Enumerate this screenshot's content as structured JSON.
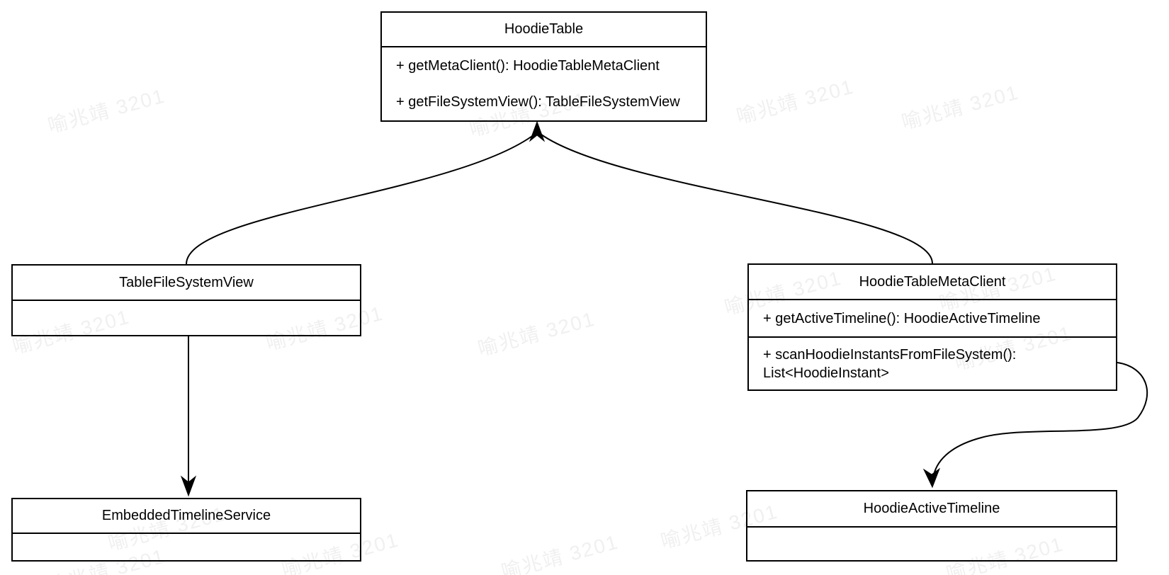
{
  "diagram": {
    "type": "uml-class-diagram",
    "classes": [
      {
        "name": "HoodieTable",
        "methods": [
          "+ getMetaClient(): HoodieTableMetaClient",
          "+ getFileSystemView(): TableFileSystemView"
        ]
      },
      {
        "name": "TableFileSystemView",
        "methods": []
      },
      {
        "name": "HoodieTableMetaClient",
        "methods": [
          "+ getActiveTimeline(): HoodieActiveTimeline",
          "+ scanHoodieInstantsFromFileSystem(): List<HoodieInstant>"
        ]
      },
      {
        "name": "EmbeddedTimelineService",
        "methods": []
      },
      {
        "name": "HoodieActiveTimeline",
        "methods": []
      }
    ],
    "relations": [
      {
        "from": "TableFileSystemView",
        "to": "HoodieTable",
        "style": "curved-arrow-up"
      },
      {
        "from": "HoodieTableMetaClient",
        "to": "HoodieTable",
        "style": "curved-arrow-up"
      },
      {
        "from": "TableFileSystemView",
        "to": "EmbeddedTimelineService",
        "style": "straight-arrow-down"
      },
      {
        "from": "HoodieTableMetaClient",
        "to": "HoodieActiveTimeline",
        "style": "s-curve-arrow-down"
      }
    ]
  },
  "watermark": {
    "text": "喻兆靖 3201",
    "color": "#f0f0f0"
  },
  "colors": {
    "stroke": "#000000",
    "background": "#ffffff",
    "text": "#000000"
  }
}
